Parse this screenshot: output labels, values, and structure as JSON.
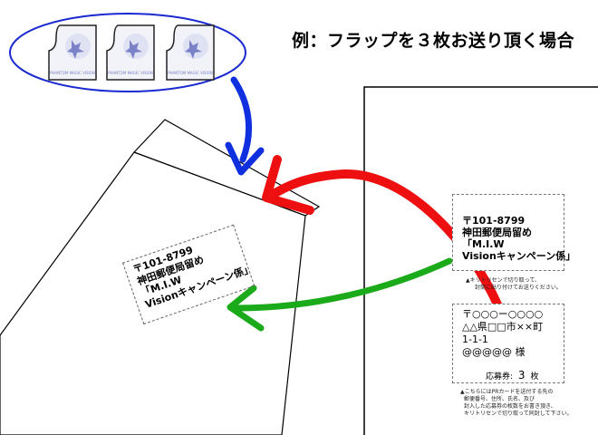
{
  "caption": "例：フラップを３枚お送り頂く場合",
  "flaps": [
    {
      "brand": "PHANTOM MAGIC VISION"
    },
    {
      "brand": "PHANTOM MAGIC VISION"
    },
    {
      "brand": "PHANTOM MAGIC VISION"
    }
  ],
  "envelope_label": {
    "postal": "〒101-8799",
    "office": "神田郵便局留め",
    "name": "「M.I.W",
    "dept": "Visionキャンペーン係」"
  },
  "sheet_label": {
    "postal": "〒101-8799",
    "office": "神田郵便局留め",
    "name": "「M.I.W",
    "dept": "Visionキャンペーン係」"
  },
  "cut_note": {
    "line1": "▲キリトリセンで切り取って、",
    "line2": "封筒に貼り付けてお送りください。"
  },
  "sender_label": {
    "postal": "〒○○○ー○○○○",
    "address1": "△△県□□市××町",
    "address2": "1-1-1",
    "name": "@@@@@ 様",
    "count_label": "応募券:",
    "count_value": "3",
    "count_unit": "枚"
  },
  "footer_note": {
    "line1": "▲こちらにはPRカードを送付する先の",
    "line2": "郵便番号、住所、氏名、及び",
    "line3": "封入した応募券の枚数をお書き頂き、",
    "line4": "キリトリセンで切り取って同封して下さい。"
  },
  "colors": {
    "blue_arrow": "#1030e0",
    "red_arrow": "#ee1010",
    "green_arrow": "#1aaa1a",
    "ellipse": "#1a2ad0",
    "flap_fill": "#f2f3f8",
    "flap_accent": "#7c82c8"
  }
}
